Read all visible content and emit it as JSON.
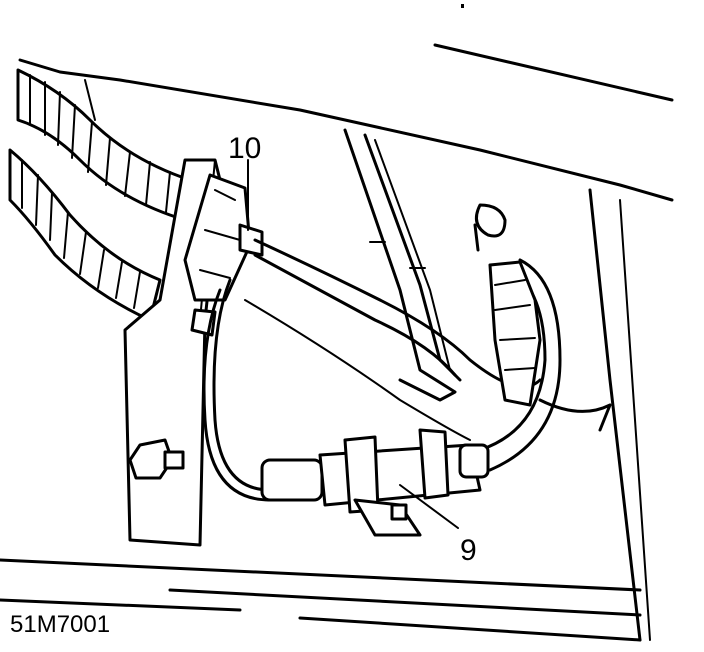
{
  "callouts": {
    "label_10": "10",
    "label_9": "9"
  },
  "figure_ref": "51M7001",
  "colors": {
    "ink": "#000000",
    "paper": "#ffffff"
  }
}
